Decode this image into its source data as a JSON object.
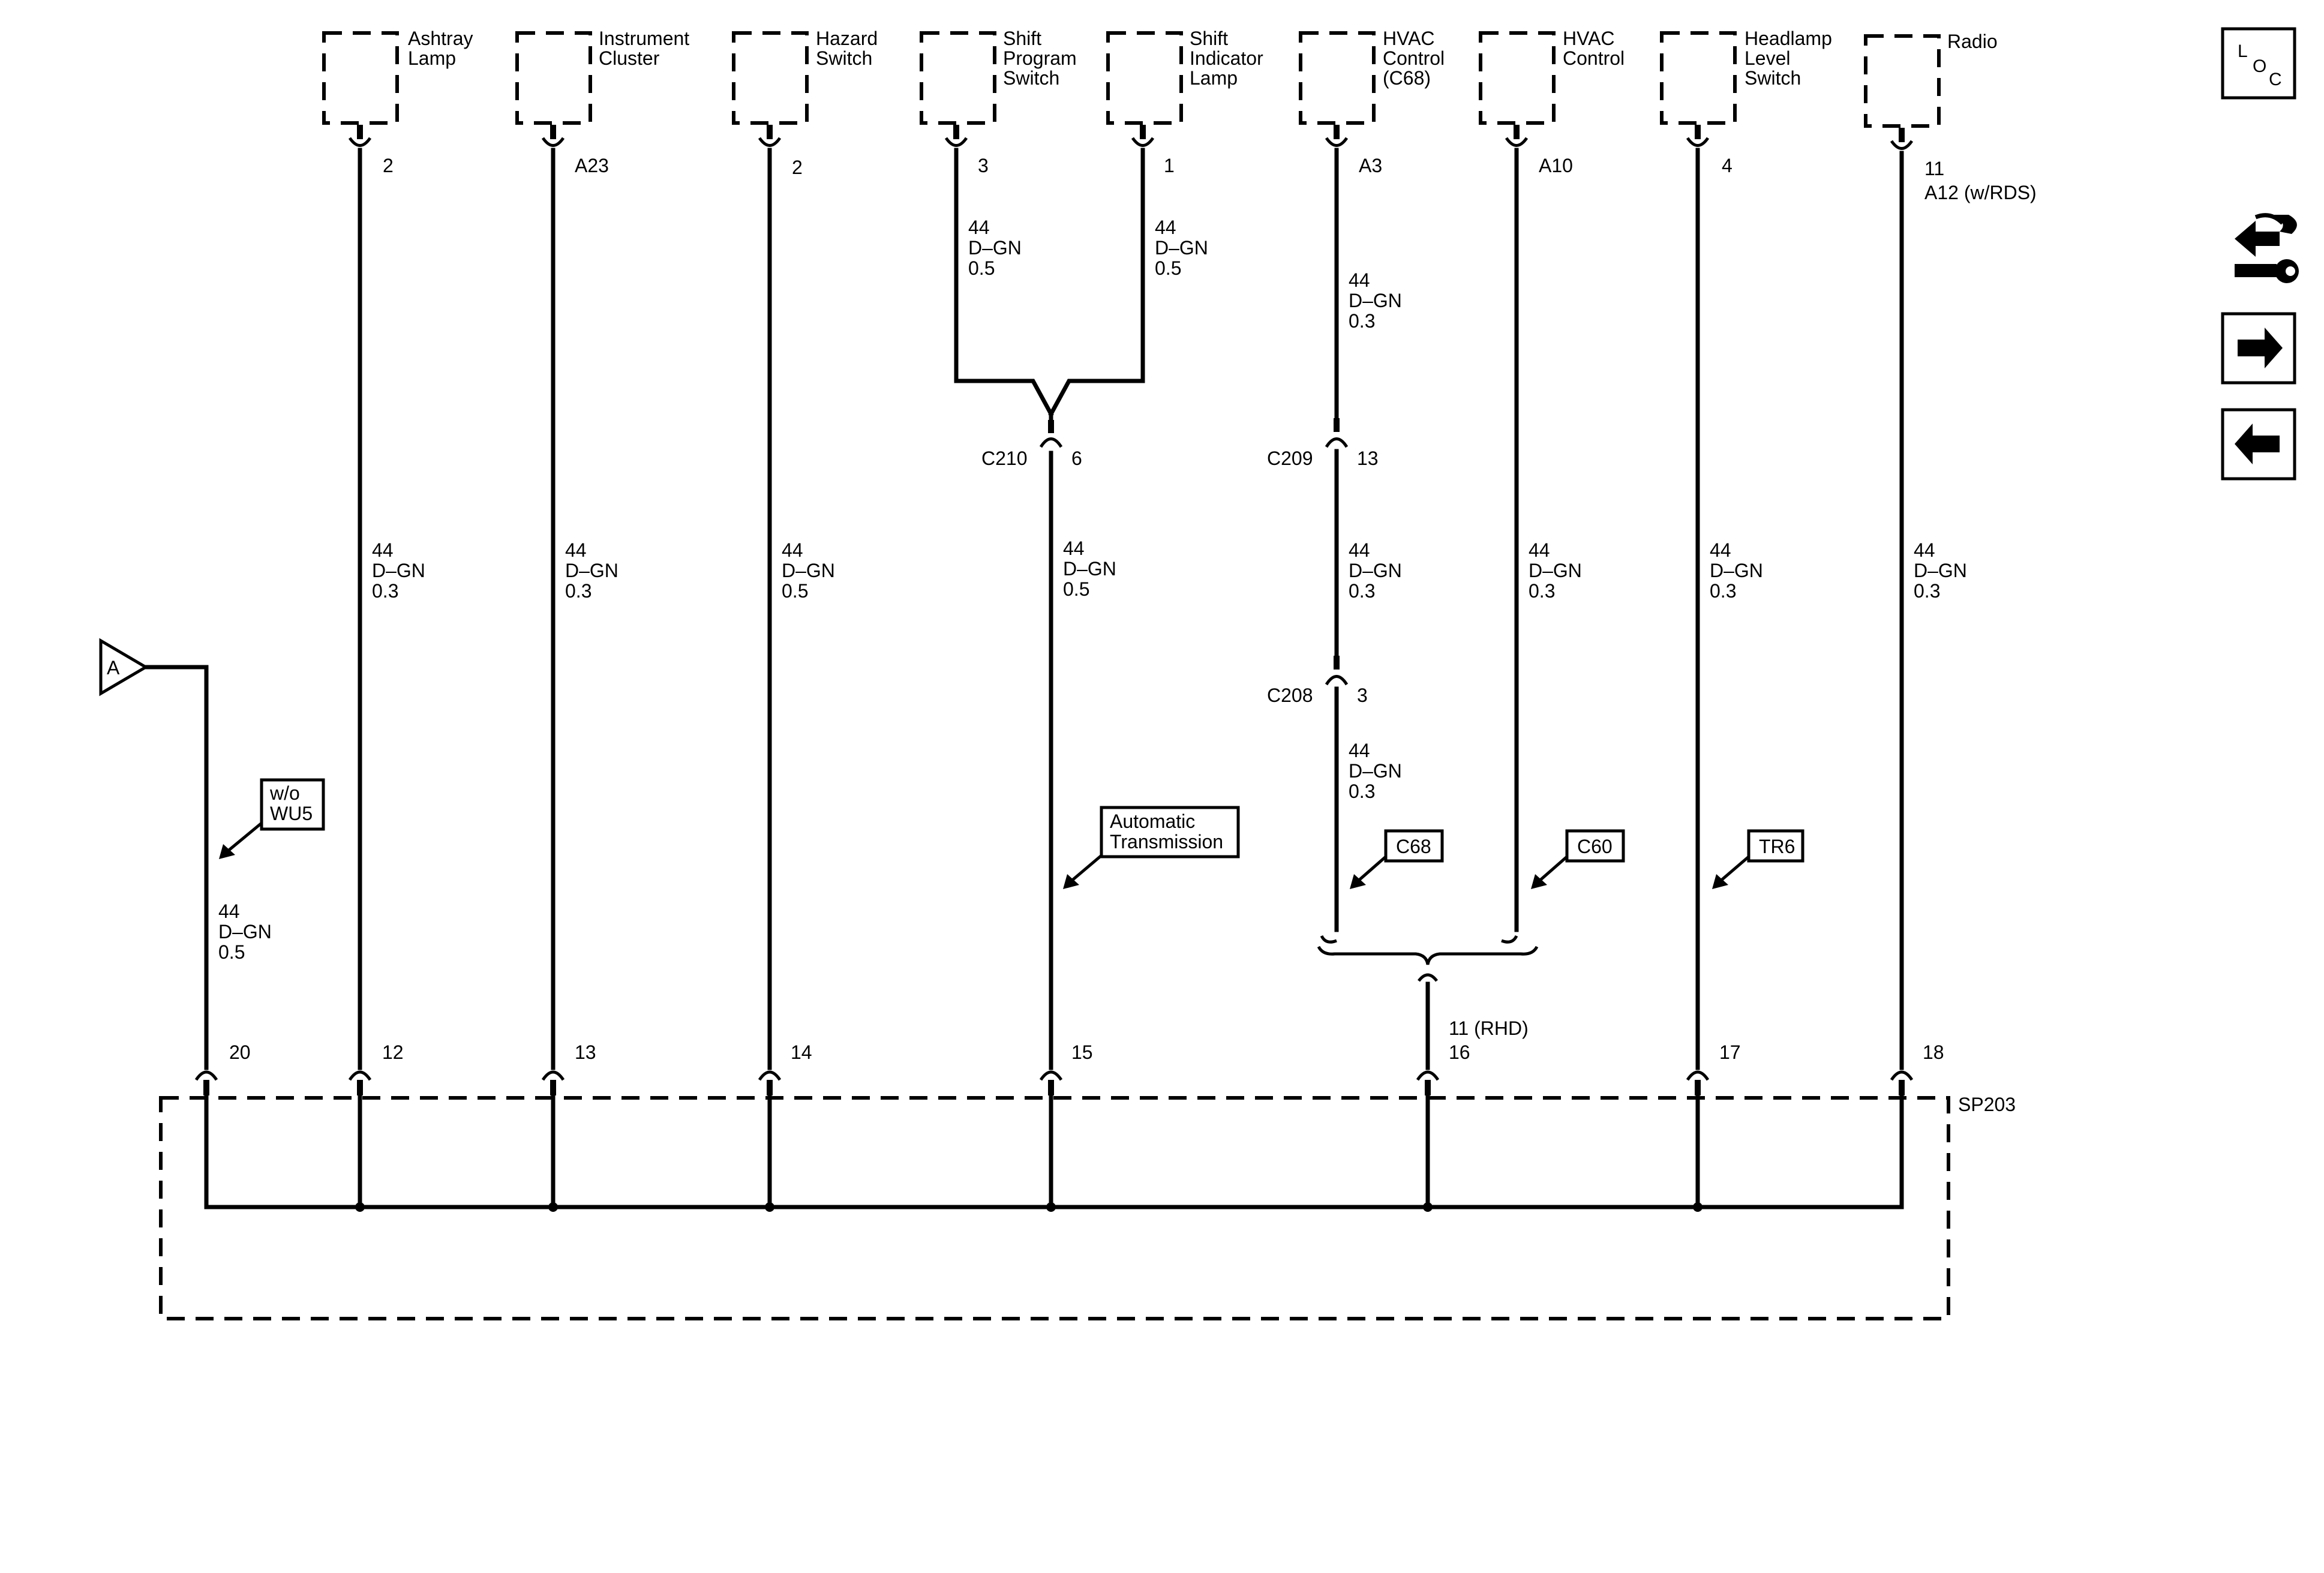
{
  "components": [
    {
      "id": "ashtray",
      "lines": [
        "Ashtray",
        "Lamp"
      ],
      "pin": "2",
      "wire": [
        "44",
        "D–GN",
        "0.3"
      ]
    },
    {
      "id": "instrument",
      "lines": [
        "Instrument",
        "Cluster"
      ],
      "pin": "A23",
      "wire": [
        "44",
        "D–GN",
        "0.3"
      ]
    },
    {
      "id": "hazard",
      "lines": [
        "Hazard",
        "Switch"
      ],
      "pin": "2",
      "wire": [
        "44",
        "D–GN",
        "0.5"
      ]
    },
    {
      "id": "shift-program",
      "lines": [
        "Shift",
        "Program",
        "Switch"
      ],
      "pin": "3",
      "wire": [
        "44",
        "D–GN",
        "0.5"
      ]
    },
    {
      "id": "shift-indicator",
      "lines": [
        "Shift",
        "Indicator",
        "Lamp"
      ],
      "pin": "1",
      "wire": [
        "44",
        "D–GN",
        "0.5"
      ]
    },
    {
      "id": "hvac-c68",
      "lines": [
        "HVAC",
        "Control",
        "(C68)"
      ],
      "pin": "A3",
      "wire": [
        "44",
        "D–GN",
        "0.3"
      ]
    },
    {
      "id": "hvac",
      "lines": [
        "HVAC",
        "Control"
      ],
      "pin": "A10",
      "wire": [
        "44",
        "D–GN",
        "0.3"
      ]
    },
    {
      "id": "headlamp",
      "lines": [
        "Headlamp",
        "Level",
        "Switch"
      ],
      "pin": "4",
      "wire": [
        "44",
        "D–GN",
        "0.3"
      ]
    },
    {
      "id": "radio",
      "lines": [
        "Radio"
      ],
      "pin": "11",
      "pin2": "A12 (w/RDS)",
      "wire": [
        "44",
        "D–GN",
        "0.3"
      ]
    }
  ],
  "connectors": {
    "c210": {
      "name": "C210",
      "pin": "6",
      "wire_below": [
        "44",
        "D–GN",
        "0.5"
      ]
    },
    "c209": {
      "name": "C209",
      "pin": "13",
      "wire_below": [
        "44",
        "D–GN",
        "0.3"
      ]
    },
    "c208": {
      "name": "C208",
      "pin": "3",
      "wire_below": [
        "44",
        "D–GN",
        "0.3"
      ]
    }
  },
  "offpage": {
    "label": "A",
    "wire": [
      "44",
      "D–GN",
      "0.5"
    ]
  },
  "option_tags": {
    "wo_wu5": [
      "w/o",
      "WU5"
    ],
    "auto_trans": [
      "Automatic",
      "Transmission"
    ],
    "c68": "C68",
    "c60": "C60",
    "tr6": "TR6"
  },
  "splice": {
    "name": "SP203",
    "pins": [
      "20",
      "12",
      "13",
      "14",
      "15",
      "16",
      "17",
      "18"
    ],
    "rhd_pin": "11 (RHD)"
  },
  "nav": {
    "loc": [
      "L",
      "O",
      "C"
    ],
    "next_icon": "right-arrow-icon",
    "prev_icon": "left-arrow-icon",
    "swap_icon": "harness-swap-icon"
  }
}
